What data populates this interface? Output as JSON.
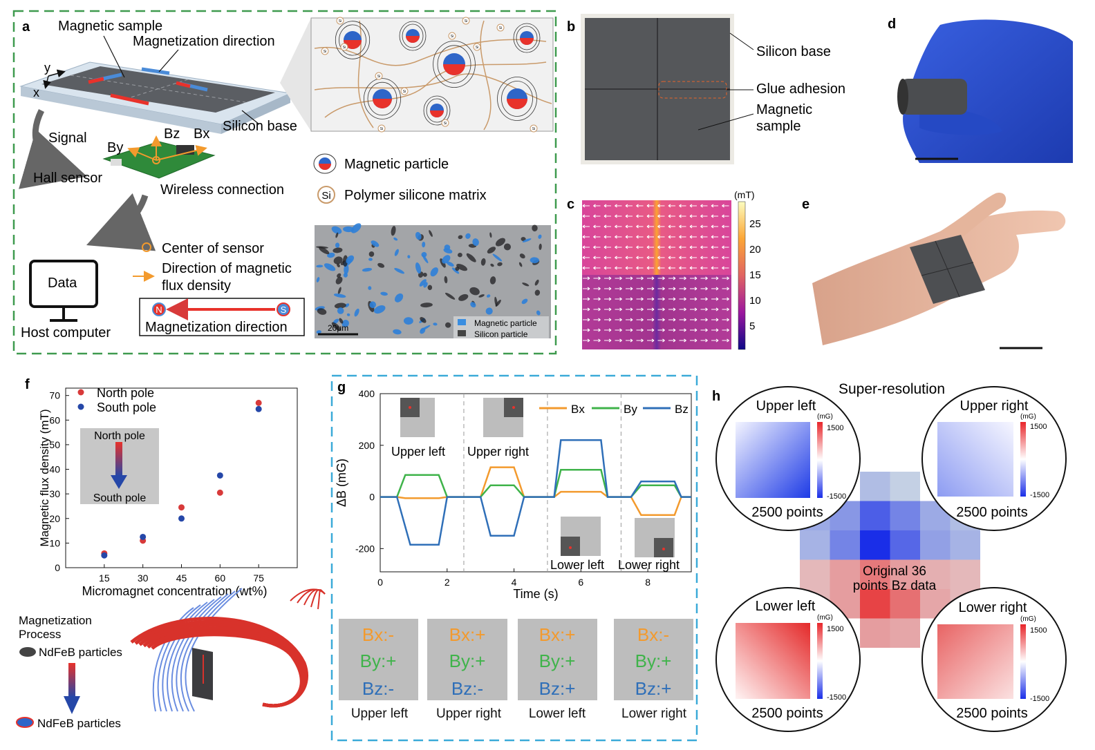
{
  "panel_letters": [
    "a",
    "b",
    "c",
    "d",
    "e",
    "f",
    "g",
    "h"
  ],
  "a": {
    "magnetic_sample": "Magnetic sample",
    "magnetization_direction": "Magnetization direction",
    "axis_y": "y",
    "axis_x": "x",
    "silicon_base": "Silicon base",
    "signal": "Signal",
    "bz": "Bz",
    "bx": "Bx",
    "by": "By",
    "hall_sensor": "Hall sensor",
    "wireless": "Wireless connection",
    "legend_particle": "Magnetic particle",
    "legend_si": "Si",
    "legend_matrix": "Polymer silicone matrix",
    "center_sensor": "Center of sensor",
    "dir_flux_1": "Direction of magnetic",
    "dir_flux_2": "flux density",
    "pole_n": "N",
    "pole_s": "S",
    "mag_dir_label": "Magnetization direction",
    "data": "Data",
    "host": "Host computer",
    "micro_scale": "20μm",
    "micro_legend_1": "Magnetic particle",
    "micro_legend_2": "Silicon particle",
    "si_tag": "Si"
  },
  "b": {
    "silicon_base": "Silicon base",
    "glue": "Glue adhesion",
    "magnetic_1": "Magnetic",
    "magnetic_2": "sample"
  },
  "c": {
    "unit": "(mT)",
    "ticks": [
      "25",
      "20",
      "15",
      "10",
      "5"
    ]
  },
  "f": {
    "chart_data": {
      "type": "scatter",
      "xlabel": "Micromagnet concentration (wt%)",
      "ylabel": "Magnetic flux density (mT)",
      "x_ticks": [
        "15",
        "30",
        "45",
        "60",
        "75"
      ],
      "y_ticks": [
        "0",
        "10",
        "20",
        "30",
        "40",
        "50",
        "60",
        "70"
      ],
      "xlim": [
        0,
        90
      ],
      "ylim": [
        0,
        73
      ],
      "series": [
        {
          "name": "North pole",
          "color": "#d83a3a",
          "x": [
            15,
            30,
            45,
            60,
            75
          ],
          "y": [
            5.8,
            11,
            24.5,
            30.5,
            67
          ]
        },
        {
          "name": "South pole",
          "color": "#2547a8",
          "x": [
            15,
            30,
            45,
            60,
            75
          ],
          "y": [
            5,
            12.5,
            20,
            37.5,
            64.5
          ]
        }
      ]
    },
    "inset_top": "North pole",
    "inset_bottom": "South pole",
    "process_1": "Magnetization",
    "process_2": "Process",
    "ndfeb_1": "NdFeB particles",
    "ndfeb_2": "NdFeB particles"
  },
  "g": {
    "chart_data": {
      "type": "line",
      "xlabel": "Time (s)",
      "ylabel": "ΔB (mG)",
      "x_ticks": [
        "0",
        "2",
        "4",
        "6",
        "8"
      ],
      "y_ticks": [
        "-200",
        "0",
        "200",
        "400"
      ],
      "xlim": [
        0,
        9.3
      ],
      "ylim": [
        -290,
        400
      ],
      "series": [
        {
          "name": "Bx",
          "color": "#f39a2d",
          "x": [
            0,
            0.5,
            0.75,
            1.75,
            2,
            2.5,
            3,
            3.3,
            4,
            4.3,
            4.8,
            5.2,
            5.4,
            6.6,
            6.8,
            7.2,
            7.5,
            7.8,
            8.8,
            9,
            9.3
          ],
          "y": [
            0,
            0,
            -5,
            -5,
            0,
            0,
            0,
            115,
            115,
            0,
            0,
            0,
            20,
            20,
            0,
            0,
            0,
            -70,
            -70,
            0,
            0
          ]
        },
        {
          "name": "By",
          "color": "#3fb34a",
          "x": [
            0,
            0.5,
            0.75,
            1.75,
            2,
            2.5,
            3,
            3.3,
            4,
            4.3,
            4.8,
            5.2,
            5.4,
            6.6,
            6.8,
            7.2,
            7.5,
            7.8,
            8.8,
            9,
            9.3
          ],
          "y": [
            0,
            0,
            85,
            85,
            0,
            0,
            0,
            45,
            45,
            0,
            0,
            0,
            105,
            105,
            0,
            0,
            0,
            45,
            45,
            0,
            0
          ]
        },
        {
          "name": "Bz",
          "color": "#2f6fb8",
          "x": [
            0,
            0.5,
            0.9,
            1.75,
            2,
            2.5,
            3,
            3.3,
            4,
            4.3,
            4.8,
            5.2,
            5.4,
            6.6,
            6.8,
            7.2,
            7.5,
            7.8,
            8.8,
            9,
            9.3
          ],
          "y": [
            0,
            0,
            -185,
            -185,
            0,
            0,
            0,
            -150,
            -150,
            0,
            0,
            0,
            220,
            220,
            0,
            0,
            0,
            60,
            60,
            0,
            0
          ]
        }
      ]
    },
    "labels_top": [
      "Upper left",
      "Upper right"
    ],
    "labels_bottom": [
      "Lower left",
      "Lower right"
    ],
    "cards": [
      {
        "bx": "Bx:-",
        "by": "By:+",
        "bz": "Bz:-",
        "label": "Upper left"
      },
      {
        "bx": "Bx:+",
        "by": "By:+",
        "bz": "Bz:-",
        "label": "Upper right"
      },
      {
        "bx": "Bx:+",
        "by": "By:+",
        "bz": "Bz:+",
        "label": "Lower left"
      },
      {
        "bx": "Bx:-",
        "by": "By:+",
        "bz": "Bz:+",
        "label": "Lower right"
      }
    ]
  },
  "h": {
    "title": "Super-resolution",
    "circles": [
      {
        "title": "Upper left",
        "count": "2500 points"
      },
      {
        "title": "Upper right",
        "count": "2500 points"
      },
      {
        "title": "Lower left",
        "count": "2500 points"
      },
      {
        "title": "Lower right",
        "count": "2500 points"
      }
    ],
    "unit": "(mG)",
    "cmax": "1500",
    "cmin": "-1500",
    "center_1": "Original 36",
    "center_2": "points Bz data"
  },
  "colors": {
    "green_border": "#3e9a4e",
    "blue_border": "#3aaad8",
    "red": "#d83a3a",
    "blue": "#2547a8",
    "orange": "#f39a2d",
    "green": "#3fb34a",
    "bz_blue": "#2f6fb8"
  }
}
